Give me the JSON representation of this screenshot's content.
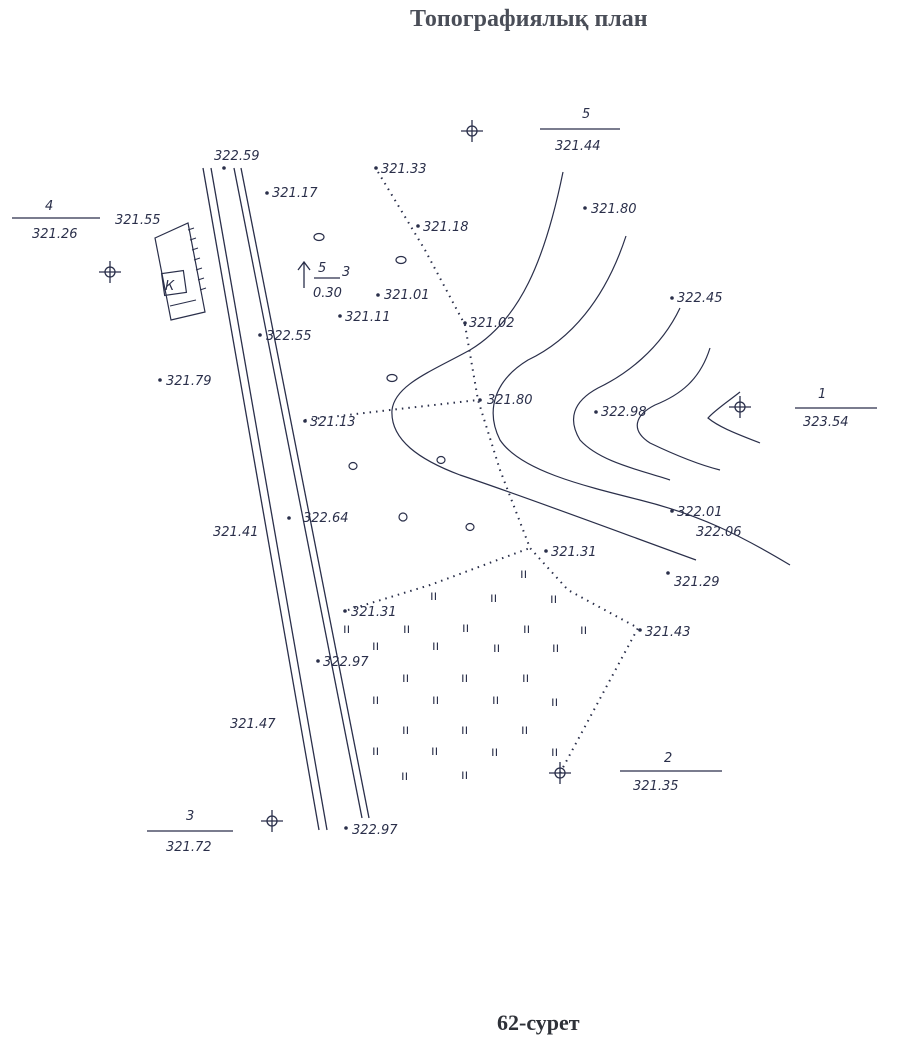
{
  "title": "Топографиялық план",
  "caption": "62-сурет",
  "stations": [
    {
      "number": "1",
      "elevation": "323.54"
    },
    {
      "number": "2",
      "elevation": "321.35"
    },
    {
      "number": "3",
      "elevation": "321.72"
    },
    {
      "number": "4",
      "elevation": "321.26"
    },
    {
      "number": "5",
      "elevation": "321.44"
    }
  ],
  "spot_heights": [
    "322.59",
    "321.17",
    "321.55",
    "321.33",
    "321.18",
    "321.80",
    "321.01",
    "321.11",
    "321.02",
    "322.45",
    "322.55",
    "321.79",
    "321.13",
    "321.80",
    "322.98",
    "322.01",
    "322.06",
    "321.41",
    "322.64",
    "321.31",
    "321.29",
    "321.31",
    "321.43",
    "322.97",
    "321.47",
    "322.97"
  ],
  "tree_label": {
    "number": "5",
    "value": "0.30",
    "count": "3"
  },
  "building_label": "К",
  "grass_symbol": "ıı"
}
